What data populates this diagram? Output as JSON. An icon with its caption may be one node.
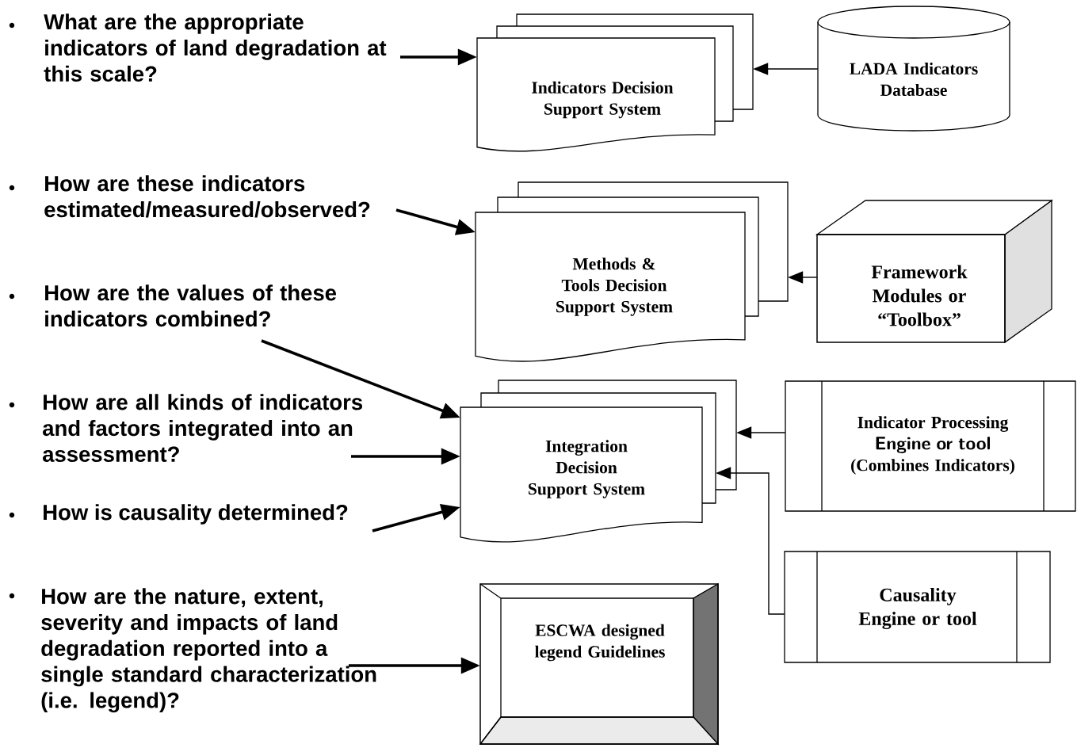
{
  "diagram": {
    "nodes": [
      {
        "text": [
          "What are the appropriate indicators of land degradation at this scale?"
        ]
      },
      {
        "text": [
          "Indicators Decision Support System"
        ]
      },
      {
        "text": [
          "LADA Indicators Database"
        ]
      },
      {
        "text": [
          "How are these indicators estimated/measured/observed?"
        ]
      },
      {
        "text": [
          "Methods & Tools Decision Support System"
        ]
      },
      {
        "text": [
          "Framework Modules or “Toolbox”"
        ]
      },
      {
        "text": [
          "How are the values of these indicators combined?"
        ]
      },
      {
        "text": [
          "How are all kinds of indicators and factors integrated into an assessment?"
        ]
      },
      {
        "text": [
          "How is causality determined?"
        ]
      },
      {
        "text": [
          "Integration Decision Support System"
        ]
      },
      {
        "text": [
          "Indicator Processing",
          "Engine or tool",
          "(Combines Indicators)"
        ]
      },
      {
        "text": [
          "Causality Engine or tool"
        ]
      },
      {
        "text": [
          "How are the nature, extent, severity and impacts of land degradation reported into a single standard characterization (i.e. legend)?"
        ]
      },
      {
        "text": [
          "ESCWA designed legend Guidelines"
        ]
      }
    ],
    "edges": [
      {
        "from": 0,
        "to": 1,
        "arrow": "to"
      },
      {
        "from": 2,
        "to": 1,
        "arrow": "to"
      },
      {
        "from": 3,
        "to": 4,
        "arrow": "to"
      },
      {
        "from": 5,
        "to": 4,
        "arrow": "to"
      },
      {
        "from": 6,
        "to": 9,
        "arrow": "to"
      },
      {
        "from": 7,
        "to": 9,
        "arrow": "to"
      },
      {
        "from": 8,
        "to": 9,
        "arrow": "to"
      },
      {
        "from": 10,
        "to": 9,
        "arrow": "to"
      },
      {
        "from": 11,
        "to": 9,
        "arrow": "to"
      },
      {
        "from": 12,
        "to": 13,
        "arrow": "to"
      }
    ]
  }
}
